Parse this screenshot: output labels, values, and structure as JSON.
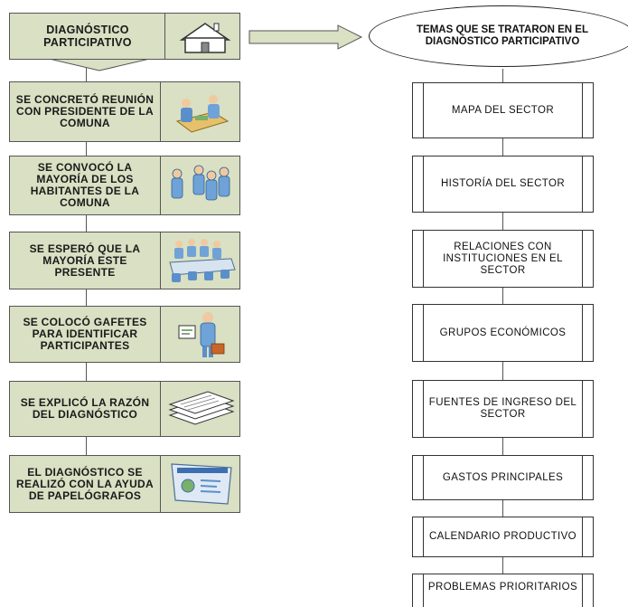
{
  "left_flow": {
    "header": "DIAGNÓSTICO PARTICIPATIVO",
    "steps": [
      {
        "text": "SE CONCRETÓ REUNIÓN CON PRESIDENTE DE LA COMUNA",
        "icon": "meeting-icon"
      },
      {
        "text": "SE CONVOCÓ LA MAYORÍA DE LOS HABITANTES DE LA COMUNA",
        "icon": "people-group-icon"
      },
      {
        "text": "SE ESPERÓ QUE LA MAYORÍA ESTE PRESENTE",
        "icon": "conference-table-icon"
      },
      {
        "text": "SE COLOCÓ GAFETES PARA IDENTIFICAR PARTICIPANTES",
        "icon": "badge-person-icon"
      },
      {
        "text": "SE EXPLICÓ LA RAZÓN DEL DIAGNÓSTICO",
        "icon": "documents-stack-icon"
      },
      {
        "text": "EL DIAGNÓSTICO SE REALIZÓ CON LA AYUDA DE PAPELÓGRAFOS",
        "icon": "chart-screen-icon"
      }
    ]
  },
  "right_flow": {
    "title": "TEMAS QUE SE TRATARON EN EL DIAGNÓSTICO PARTICIPATIVO",
    "topics": [
      "MAPA DEL SECTOR",
      "HISTORÍA DEL SECTOR",
      "RELACIONES CON INSTITUCIONES EN EL SECTOR",
      "GRUPOS ECONÓMICOS",
      "FUENTES DE INGRESO DEL SECTOR",
      "GASTOS PRINCIPALES",
      "CALENDARIO PRODUCTIVO",
      "PROBLEMAS PRIORITARIOS"
    ]
  },
  "colors": {
    "box_fill": "#d9e0c3",
    "border": "#555555"
  }
}
